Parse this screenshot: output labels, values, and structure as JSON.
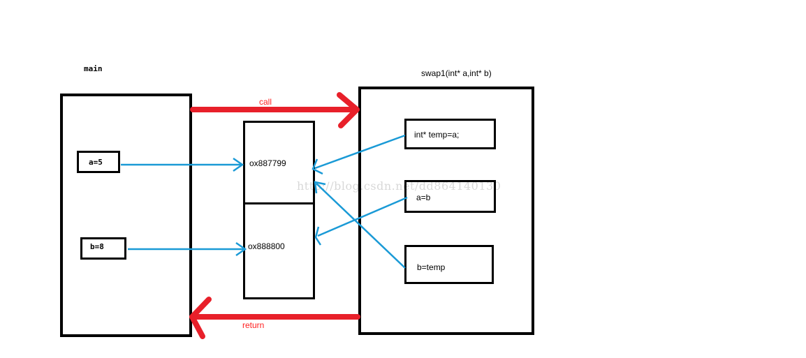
{
  "main": {
    "title": "main",
    "var_a": "a=5",
    "var_b": "b=8"
  },
  "memory": {
    "addr_a": "ox887799",
    "addr_b": "ox888800"
  },
  "swap": {
    "title": "swap1(int* a,int* b)",
    "stmt_temp": "int* temp=a;",
    "stmt_ab": "a=b",
    "stmt_b": "b=temp"
  },
  "arrows": {
    "call_label": "call",
    "return_label": "return"
  },
  "watermark": "http://blog.csdn.net/dd864140130",
  "colors": {
    "outline": "#000000",
    "call_return": "#e8202a",
    "pointer": "#1a9ad6"
  }
}
